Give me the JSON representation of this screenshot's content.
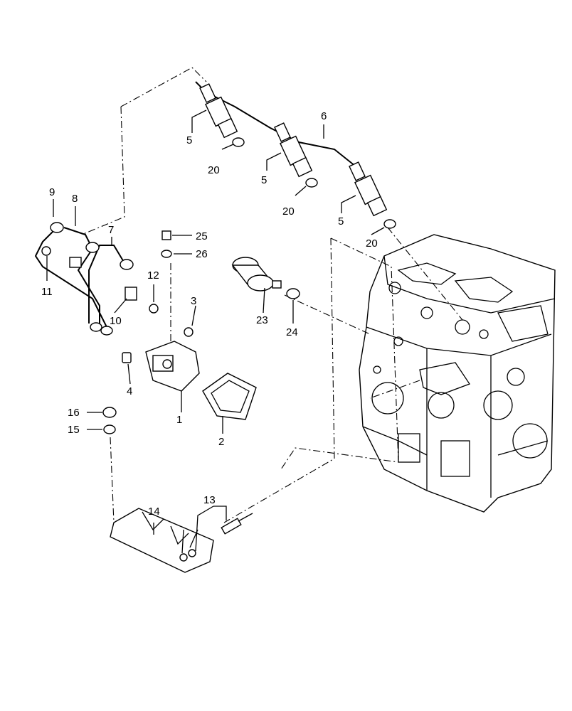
{
  "callouts": {
    "c1": "1",
    "c2": "2",
    "c3": "3",
    "c4": "4",
    "c5a": "5",
    "c5b": "5",
    "c5c": "5",
    "c6": "6",
    "c7": "7",
    "c8": "8",
    "c9": "9",
    "c10": "10",
    "c11": "11",
    "c12": "12",
    "c13": "13",
    "c14": "14",
    "c15": "15",
    "c16": "16",
    "c20a": "20",
    "c20b": "20",
    "c20c": "20",
    "c23": "23",
    "c24": "24",
    "c25": "25",
    "c26": "26"
  }
}
